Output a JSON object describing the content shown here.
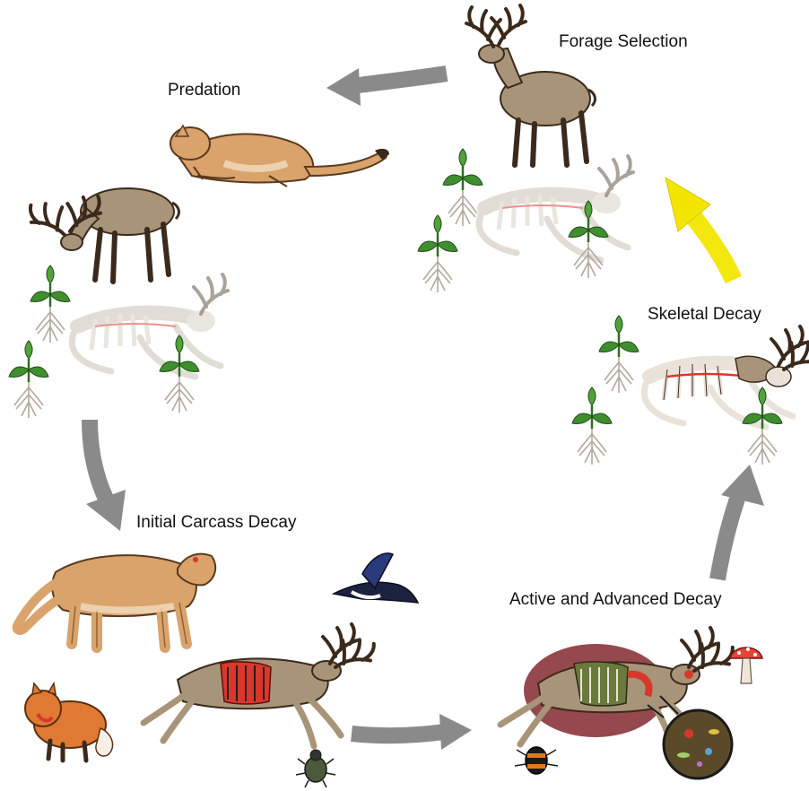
{
  "diagram": {
    "stages": {
      "forage": "Forage Selection",
      "predation": "Predation",
      "initial": "Initial Carcass Decay",
      "active": "Active and Advanced Decay",
      "skeletal": "Skeletal Decay"
    }
  },
  "colors": {
    "arrow_gray": "#8a8a8a",
    "arrow_highlight": "#f2e600",
    "deer_fur": "#a89478",
    "puma_fur": "#d9a36b",
    "fox_fur": "#e07a32",
    "bone": "#e9e2d8",
    "flesh_red": "#d8382b",
    "blood_stain": "#7a1a22",
    "plant_green": "#3f8f2f",
    "root": "#b3a89c"
  },
  "icons": {
    "deer": "deer-icon",
    "puma": "puma-icon",
    "carcass": "carcass-icon",
    "skeleton": "skeleton-icon",
    "plant": "seedling-icon",
    "fox": "fox-icon",
    "magpie": "magpie-icon",
    "beetle": "beetle-icon",
    "mushroom": "mushroom-icon",
    "microbes": "microbes-icon"
  }
}
